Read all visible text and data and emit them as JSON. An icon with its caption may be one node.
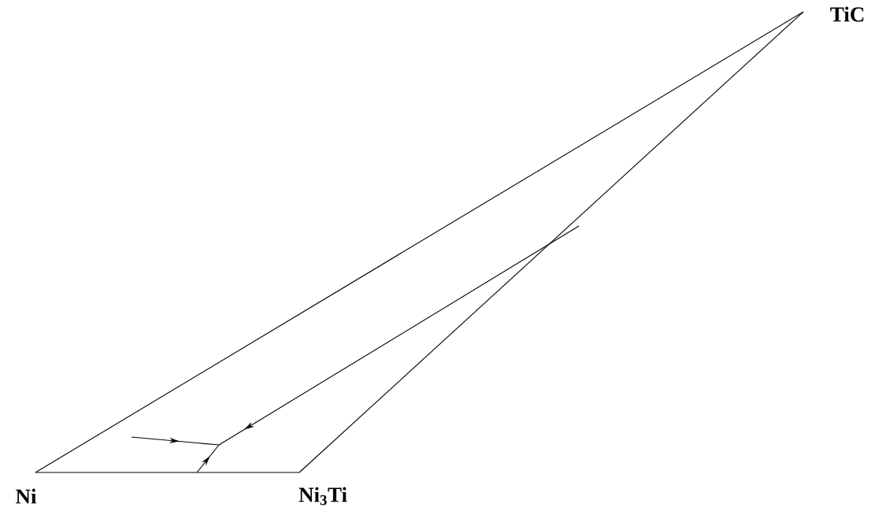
{
  "diagram": {
    "nodes": [
      {
        "text": [
          "Ni"
        ]
      },
      {
        "text": [
          "Ni$_{3}$Ti"
        ]
      },
      {
        "text": [
          "TiC"
        ]
      }
    ],
    "edges": [
      {
        "from": 0,
        "to": 1,
        "arrow": "none"
      },
      {
        "from": 1,
        "to": 2,
        "arrow": "none"
      },
      {
        "from": 2,
        "to": 0,
        "arrow": "none"
      }
    ]
  }
}
